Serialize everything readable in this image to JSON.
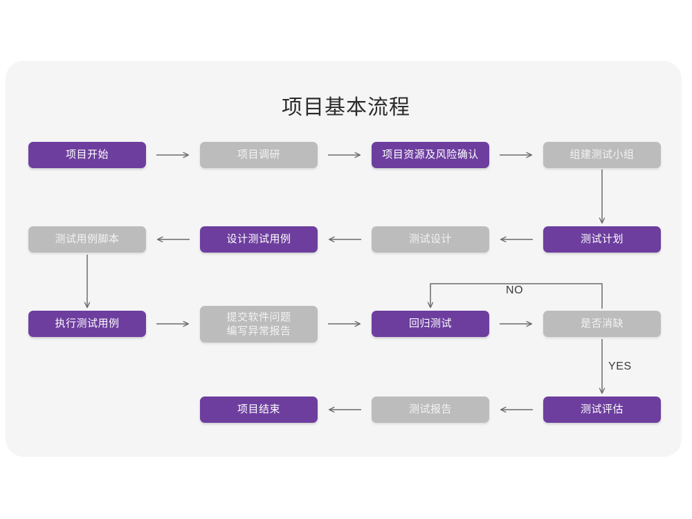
{
  "page": {
    "title": "项目基本流程",
    "background": "#ffffff",
    "panel_color": "#f5f5f6",
    "accent_purple": "#6d3e9e",
    "muted_gray": "#bcbcbc",
    "connector_color": "#6a6a6a"
  },
  "nodes": {
    "n1": {
      "label": "项目开始",
      "style": "purple"
    },
    "n2": {
      "label": "项目调研",
      "style": "gray"
    },
    "n3": {
      "label": "项目资源及风险确认",
      "style": "purple"
    },
    "n4": {
      "label": "组建测试小组",
      "style": "gray"
    },
    "n5": {
      "label": "测试计划",
      "style": "purple"
    },
    "n6": {
      "label": "测试设计",
      "style": "gray"
    },
    "n7": {
      "label": "设计测试用例",
      "style": "purple"
    },
    "n8": {
      "label": "测试用例脚本",
      "style": "gray"
    },
    "n9": {
      "label": "执行测试用例",
      "style": "purple"
    },
    "n10": {
      "label": "提交软件问题\n编写异常报告",
      "style": "gray"
    },
    "n11": {
      "label": "回归测试",
      "style": "purple"
    },
    "n12": {
      "label": "是否消缺",
      "style": "gray"
    },
    "n13": {
      "label": "测试评估",
      "style": "purple"
    },
    "n14": {
      "label": "测试报告",
      "style": "gray"
    },
    "n15": {
      "label": "项目结束",
      "style": "purple"
    }
  },
  "labels": {
    "no": "NO",
    "yes": "YES"
  }
}
